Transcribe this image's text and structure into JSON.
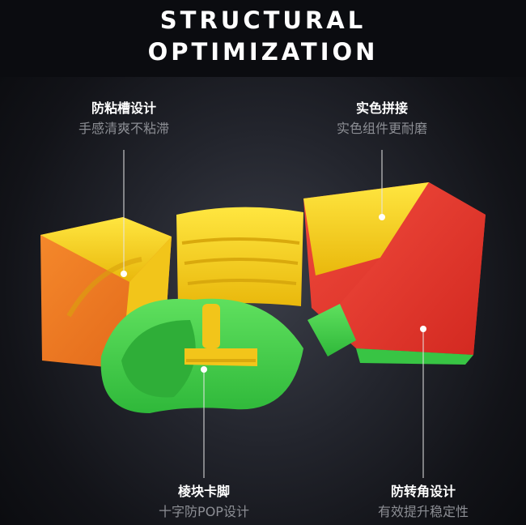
{
  "header": {
    "title_line1": "STRUCTURAL",
    "title_line2": "OPTIMIZATION"
  },
  "callouts": {
    "top_left": {
      "title": "防粘槽设计",
      "subtitle": "手感清爽不粘滞"
    },
    "top_right": {
      "title": "实色拼接",
      "subtitle": "实色组件更耐磨"
    },
    "bottom_left": {
      "title": "棱块卡脚",
      "subtitle": "十字防POP设计"
    },
    "bottom_right": {
      "title": "防转角设计",
      "subtitle": "有效提升稳定性"
    }
  },
  "colors": {
    "yellow": "#f7d21a",
    "orange": "#f07a22",
    "red": "#e8352e",
    "green": "#3fd34a",
    "background": "#1b1c22"
  }
}
